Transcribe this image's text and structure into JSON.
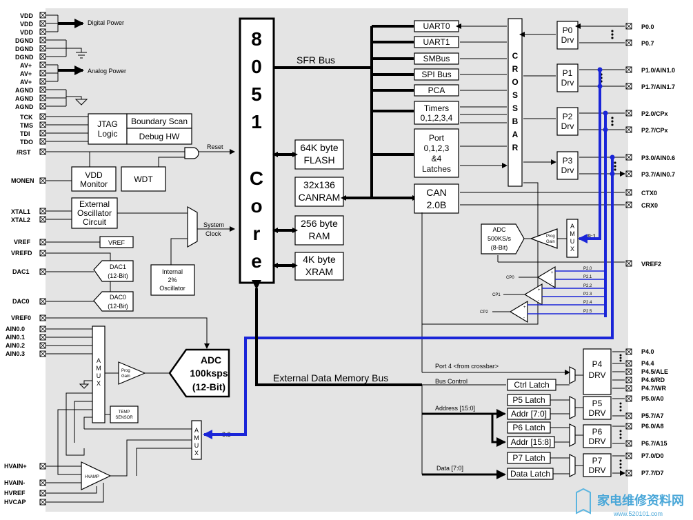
{
  "left_pins": {
    "power": [
      "VDD",
      "VDD",
      "VDD",
      "DGND",
      "DGND",
      "DGND",
      "AV+",
      "AV+",
      "AV+",
      "AGND",
      "AGND",
      "AGND"
    ],
    "jtag": [
      "TCK",
      "TMS",
      "TDI",
      "TDO"
    ],
    "rst": "/RST",
    "monen": "MONEN",
    "xtal": [
      "XTAL1",
      "XTAL2"
    ],
    "vref": "VREF",
    "vrefd": "VREFD",
    "dac1": "DAC1",
    "dac0": "DAC0",
    "vref0": "VREF0",
    "ain0": [
      "AIN0.0",
      "AIN0.1",
      "AIN0.2",
      "AIN0.3"
    ],
    "hv": [
      "HVAIN+",
      "HVAIN-",
      "HVREF",
      "HVCAP"
    ]
  },
  "labels": {
    "digital_power": "Digital Power",
    "analog_power": "Analog Power",
    "jtag_logic": [
      "JTAG",
      "Logic"
    ],
    "boundary_scan": "Boundary Scan",
    "debug_hw": "Debug HW",
    "reset": "Reset",
    "vdd_monitor": [
      "VDD",
      "Monitor"
    ],
    "wdt": "WDT",
    "ext_osc": [
      "External",
      "Oscillator",
      "Circuit"
    ],
    "system_clock": [
      "System",
      "Clock"
    ],
    "vref_box": "VREF",
    "int_osc": [
      "Internal",
      "2%",
      "Oscillator"
    ],
    "dac1": [
      "DAC1",
      "(12-Bit)"
    ],
    "dac0": [
      "DAC0",
      "(12-Bit)"
    ],
    "amux_left": [
      "A",
      "M",
      "U",
      "X"
    ],
    "prog_gain": [
      "Prog",
      "Gain"
    ],
    "temp_sensor": [
      "TEMP",
      "SENSOR"
    ],
    "adc_main": [
      "ADC",
      "100ksps",
      "(12-Bit)"
    ],
    "amux_bottom": [
      "A",
      "M",
      "U",
      "X"
    ],
    "ratio_82": "8:2",
    "ratio_81": "8:1",
    "hvamp": "HVAMP",
    "core": [
      "8",
      "0",
      "5",
      "1",
      "C",
      "o",
      "r",
      "e"
    ],
    "sfr_bus": "SFR Bus",
    "flash": [
      "64K byte",
      "FLASH"
    ],
    "canram": [
      "32x136",
      "CANRAM"
    ],
    "ram": [
      "256 byte",
      "RAM"
    ],
    "xram": [
      "4K byte",
      "XRAM"
    ],
    "ext_bus": "External Data Memory Bus",
    "periph": [
      "UART0",
      "UART1",
      "SMBus",
      "SPI Bus",
      "PCA"
    ],
    "timers": [
      "Timers",
      "0,1,2,3,4"
    ],
    "port_latches": [
      "Port",
      "0,1,2,3",
      "&4",
      "Latches"
    ],
    "can": [
      "CAN",
      "2.0B"
    ],
    "crossbar": [
      "C",
      "R",
      "O",
      "S",
      "S",
      "B",
      "A",
      "R"
    ],
    "drv": [
      [
        "P0",
        "Drv"
      ],
      [
        "P1",
        "Drv"
      ],
      [
        "P2",
        "Drv"
      ],
      [
        "P3",
        "Drv"
      ]
    ],
    "adc_right": [
      "ADC",
      "500KS/s",
      "(8-Bit)"
    ],
    "amux_right": [
      "A",
      "M",
      "U",
      "X"
    ],
    "cp": [
      "CP0",
      "CP1",
      "CP2"
    ],
    "cp_inputs": [
      "P2.0",
      "P2.1",
      "P2.2",
      "P2.3",
      "P2.4",
      "P2.5"
    ],
    "port4_text": "Port 4 <from crossbar>",
    "bus_control": "Bus Control",
    "address": "Address [15:0]",
    "data": "Data [7:0]",
    "ctrl_latch": "Ctrl Latch",
    "p5_latch": "P5 Latch",
    "addr70": "Addr [7:0]",
    "p6_latch": "P6 Latch",
    "addr158": "Addr [15:8]",
    "p7_latch": "P7 Latch",
    "data_latch": "Data Latch",
    "p4drv": [
      "P4",
      "DRV"
    ],
    "p5drv": [
      "P5",
      "DRV"
    ],
    "p6drv": [
      "P6",
      "DRV"
    ],
    "p7drv": [
      "P7",
      "DRV"
    ]
  },
  "right_pins": {
    "p0": [
      "P0.0",
      "P0.7"
    ],
    "p1": [
      "P1.0/AIN1.0",
      "P1.7/AIN1.7"
    ],
    "p2": [
      "P2.0/CPx",
      "P2.7/CPx"
    ],
    "p3": [
      "P3.0/AIN0.6",
      "P3.7/AIN0.7"
    ],
    "can": [
      "CTX0",
      "CRX0"
    ],
    "vref2": "VREF2",
    "p4": [
      "P4.0",
      "P4.4",
      "P4.5/ALE",
      "P4.6/RD",
      "P4.7/WR"
    ],
    "p5": [
      "P5.0/A0",
      "P5.7/A7"
    ],
    "p6": [
      "P6.0/A8",
      "P6.7/A15"
    ],
    "p7": [
      "P7.0/D0",
      "P7.7/D7"
    ]
  },
  "watermark": {
    "text": "家电维修资料网",
    "url": "www.520101.com"
  },
  "colors": {
    "background": "#e4e4e4",
    "analog_path": "#1a25d8"
  }
}
